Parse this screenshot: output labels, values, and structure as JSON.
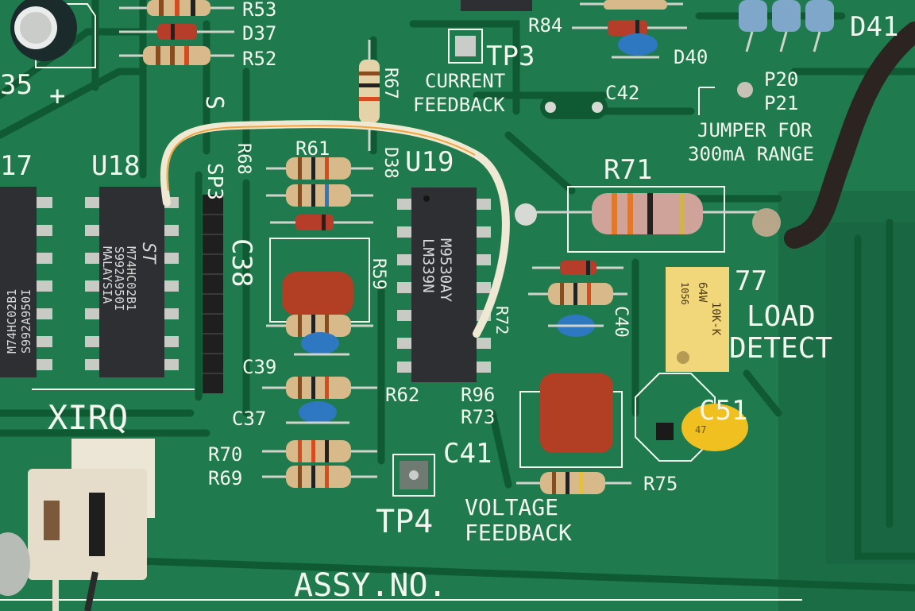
{
  "labels": {
    "r53": "R53",
    "d37": "D37",
    "r52": "R52",
    "c35": "35",
    "plus": "+",
    "r67": "R67",
    "r84": "R84",
    "tp3": "TP3",
    "current": "CURRENT",
    "feedback": "FEEDBACK",
    "d40": "D40",
    "c42": "C42",
    "d41": "D41",
    "p20": "P20",
    "p21": "P21",
    "jumper": "JUMPER FOR",
    "range": "300mA RANGE",
    "u17": "17",
    "u18": "U18",
    "s": "S",
    "sp3": "SP3",
    "r68": "R68",
    "r61": "R61",
    "d38": "D38",
    "u19": "U19",
    "r71": "R71",
    "c38": "C38",
    "r59": "R59",
    "load": "LOAD",
    "detect": "DETECT",
    "c77": "77",
    "c40": "C40",
    "r72": "R72",
    "c39": "C39",
    "r62": "R62",
    "r96": "R96",
    "r73": "R73",
    "c37": "C37",
    "c51": "C51",
    "c41": "C41",
    "r70": "R70",
    "r69": "R69",
    "r75": "R75",
    "xirq": "XIRQ",
    "tp4": "TP4",
    "voltage": "VOLTAGE",
    "feedback2": "FEEDBACK",
    "assy": "ASSY.NO."
  },
  "chips": {
    "u18_line1": "M74HC02B1",
    "u18_line2": "S992A950I",
    "u18_line3": "MALAYSIA",
    "u17_line1": "M74HC02B1",
    "u17_line2": "S992A950I",
    "u19_line1": "M9530AY",
    "u19_line2": "LM339N"
  },
  "trimmer": {
    "line1": "64W",
    "line2": "10K-K",
    "line3": "1056"
  },
  "tantalum": {
    "mark": "47"
  },
  "colors": {
    "pcb": "#1f7a4e",
    "silkscreen": "#f2f6ee",
    "ic_body": "#2d2f33",
    "cap_brown": "#b23e24",
    "cap_blue": "#2e78c2",
    "trimmer": "#f1d67a",
    "tantalum": "#f0bf20"
  }
}
